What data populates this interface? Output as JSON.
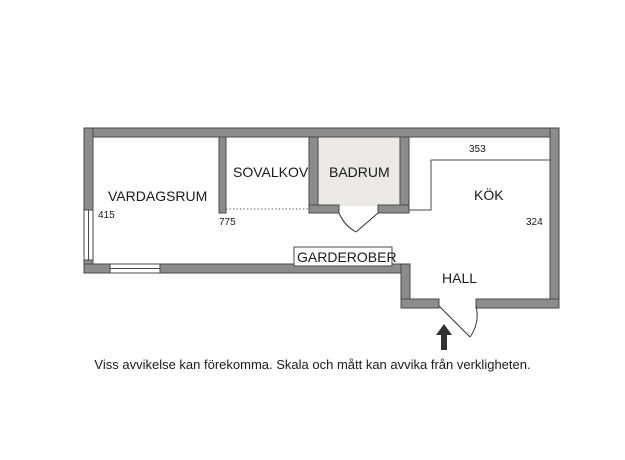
{
  "rooms": {
    "vardagsrum": "VARDAGSRUM",
    "sovalkov": "SOVALKOV",
    "badrum": "BADRUM",
    "kok": "KÖK",
    "garderober": "GARDEROBER",
    "hall": "HALL"
  },
  "dimensions": {
    "vardagsrum_depth": "415",
    "length": "775",
    "kok_width": "353",
    "kok_depth": "324"
  },
  "disclaimer": "Viss avvikelse kan förekomma. Skala och mått kan avvika från verkligheten.",
  "colors": {
    "wall_fill": "#8c8c8c",
    "wall_stroke": "#4a4a4a",
    "badrum_fill": "#ece9e5"
  }
}
